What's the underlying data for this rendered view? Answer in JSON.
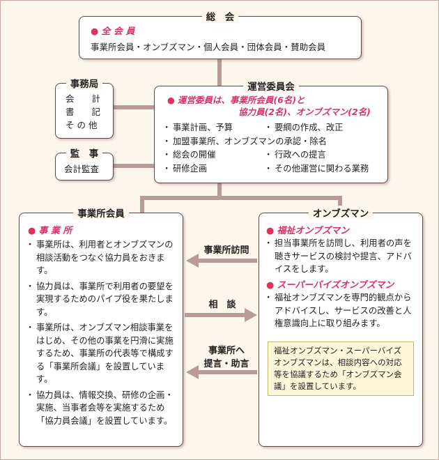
{
  "general": {
    "title": "総　会",
    "members_heading": "全 会 員",
    "members": "事業所会員・オンブズマン・個人会員・団体会員・賛助会員"
  },
  "secretariat": {
    "title": "事務局",
    "items": [
      "会　　計",
      "書　　記",
      "そ の 他"
    ]
  },
  "auditor": {
    "title": "監　事",
    "items": [
      "会計監査"
    ]
  },
  "steering": {
    "title": "運営委員会",
    "composition_line1": "運営委員は、事業所会員(6名)と",
    "composition_line2": "協力員(2名)、オンブズマン(2名)",
    "duties_left": [
      "事業計画、予算",
      "加盟事業所、オンブズマンの承認・除名",
      "総会の開催",
      "研修企画"
    ],
    "duties_right": [
      "要綱の作成、改正",
      "行政への提言",
      "その他運営に関わる業務"
    ]
  },
  "business": {
    "title": "事業所会員",
    "sub_heading": "事 業 所",
    "bullets": [
      "事業所は、利用者とオンブズマンの相談活動をつなぐ協力員をおきます。",
      "協力員は、事業所で利用者の要望を実現するためのパイプ役を果たします。",
      "事業所は、オンブズマン相談事業をはじめ、その他の事業を円滑に実施するため、事業所の代表等で構成する「事業所会議」を設置しています。",
      "協力員は、情報交換、研修の企画・実施、当事者会等を実施するため「協力員会議」を設置しています。"
    ]
  },
  "ombudsman": {
    "title": "オンブズマン",
    "welfare_heading": "福祉オンブズマン",
    "welfare_bullets": [
      "担当事業所を訪問し、利用者の声を聴きサービスの検討や提言、アドバイスをします。"
    ],
    "super_heading": "スーパーバイズオンブズマン",
    "super_bullets": [
      "福祉オンブズマンを専門的観点からアドバイスし、サービスの改善と人権意識向上に取り組みます。"
    ],
    "note": "福祉オンブズマン・スーパーバイズオンブズマンは、相談内容への対応等を協議するため「オンブズマン会議」を設置しています。"
  },
  "arrows": {
    "visit": "事業所訪問",
    "consult": "相　談",
    "advice_line1": "事業所へ",
    "advice_line2": "提言・助言"
  },
  "colors": {
    "accent": "#d6336c",
    "connector": "#b89a96",
    "border": "#5a4a45",
    "background": "#fdf6ec"
  }
}
